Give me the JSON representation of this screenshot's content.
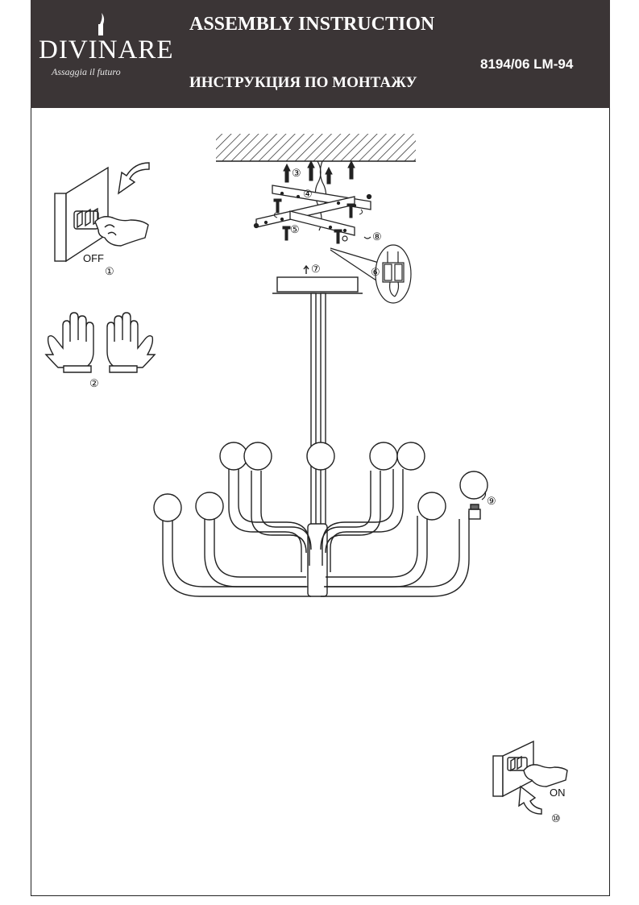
{
  "header": {
    "brand": "DIVINARE",
    "tagline": "Assaggia il futuro",
    "title_en": "ASSEMBLY INSTRUCTION",
    "title_ru": "ИНСТРУКЦИЯ ПО МОНТАЖУ",
    "model": "8194/06 LM-94"
  },
  "steps": {
    "switch_off_label": "OFF",
    "switch_on_label": "ON",
    "numbers": [
      "①",
      "②",
      "③",
      "④",
      "⑤",
      "⑥",
      "⑦",
      "⑧",
      "⑨",
      "⑩"
    ]
  },
  "colors": {
    "header_bg": "#3b3536",
    "line": "#222222"
  }
}
